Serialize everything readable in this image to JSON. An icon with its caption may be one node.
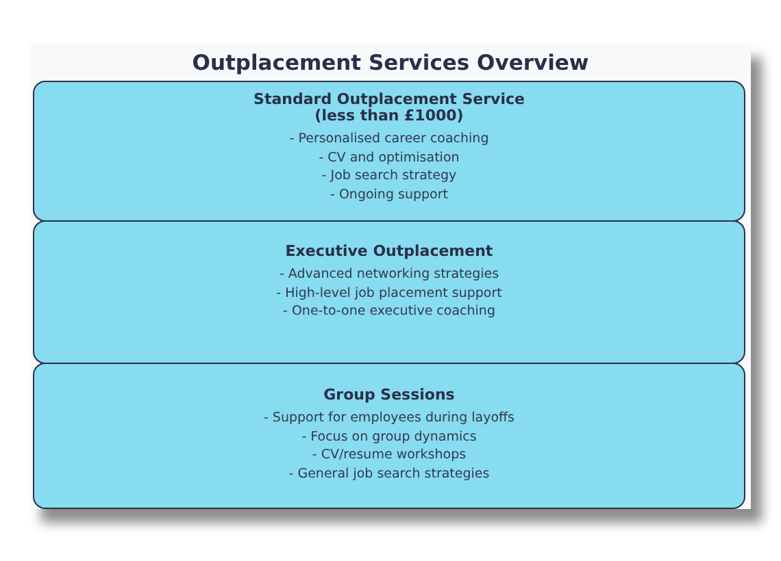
{
  "diagram": {
    "title": "Outplacement Services Overview",
    "nodes": [
      {
        "text": [
          "Standard Outplacement Service (less than £1000)",
          "- Personalised career coaching",
          "- CV and optimisation",
          "- Job search strategy",
          "- Ongoing support"
        ]
      },
      {
        "text": [
          "Executive Outplacement",
          "- Advanced networking strategies",
          "- High-level job placement support",
          "- One-to-one executive coaching"
        ]
      },
      {
        "text": [
          "Group Sessions",
          "- Support for employees during layoffs",
          "- Focus on group dynamics",
          "- CV/resume workshops",
          "- General job search strategies"
        ]
      }
    ],
    "edges": []
  }
}
